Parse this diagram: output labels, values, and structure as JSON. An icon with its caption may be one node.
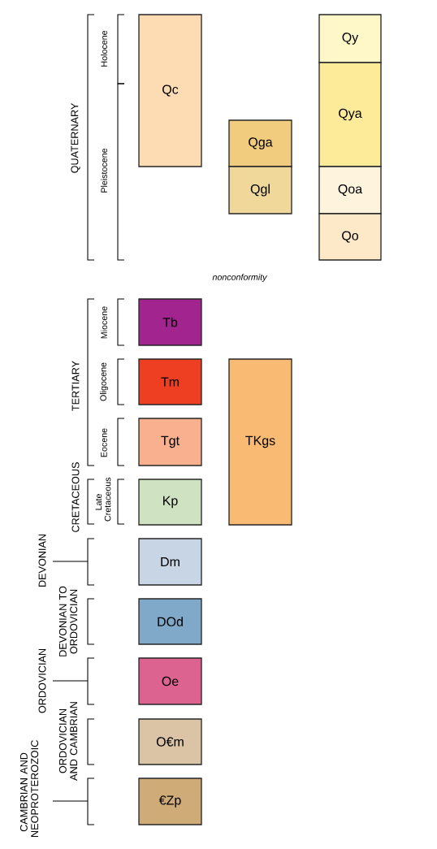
{
  "diagram": {
    "nodes": [
      {
        "text": [
          "Qc"
        ]
      },
      {
        "text": [
          "Qga"
        ]
      },
      {
        "text": [
          "Qgl"
        ]
      },
      {
        "text": [
          "Qy"
        ]
      },
      {
        "text": [
          "Qya"
        ]
      },
      {
        "text": [
          "Qoa"
        ]
      },
      {
        "text": [
          "Qo"
        ]
      },
      {
        "text": [
          "Tb"
        ]
      },
      {
        "text": [
          "Tm"
        ]
      },
      {
        "text": [
          "Tgt"
        ]
      },
      {
        "text": [
          "TKgs"
        ]
      },
      {
        "text": [
          "Kp"
        ]
      },
      {
        "text": [
          "Dm"
        ]
      },
      {
        "text": [
          "DOd"
        ]
      },
      {
        "text": [
          "Oe"
        ]
      },
      {
        "text": [
          "O€m"
        ]
      },
      {
        "text": [
          "€Zp"
        ]
      }
    ],
    "labels": [
      "QUATERNARY",
      "Holocene",
      "Pleistocene",
      "nonconformity",
      "TERTIARY",
      "Miocene",
      "Oligocene",
      "Eocene",
      "CRETACEOUS",
      "Late Cretaceous",
      "DEVONIAN",
      "DEVONIAN TO ORDOVICIAN",
      "ORDOVICIAN",
      "ORDOVICIAN AND CAMBRIAN",
      "CAMBRIAN AND NEOPROTEROZOIC"
    ]
  }
}
